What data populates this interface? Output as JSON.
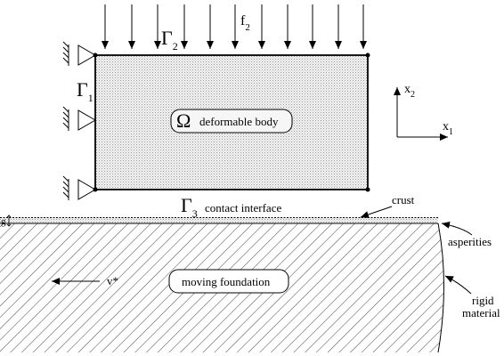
{
  "labels": {
    "gamma2": "Γ",
    "gamma2_sub": "2",
    "f2": "f",
    "f2_sub": "2",
    "gamma1": "Γ",
    "gamma1_sub": "1",
    "omega": "Ω",
    "deformable_body": "deformable body",
    "x2": "x",
    "x2_sub": "2",
    "x1": "x",
    "x1_sub": "1",
    "gamma3": "Γ",
    "gamma3_sub": "3",
    "contact_interface": "contact interface",
    "crust": "crust",
    "g": "g",
    "asperities": "asperities",
    "velocity": "v*",
    "moving_foundation": "moving foundation",
    "rigid": "rigid",
    "material": "material"
  },
  "colors": {
    "line": "#000000",
    "body_fill": "#e9e9e9",
    "hatch": "#444444"
  }
}
